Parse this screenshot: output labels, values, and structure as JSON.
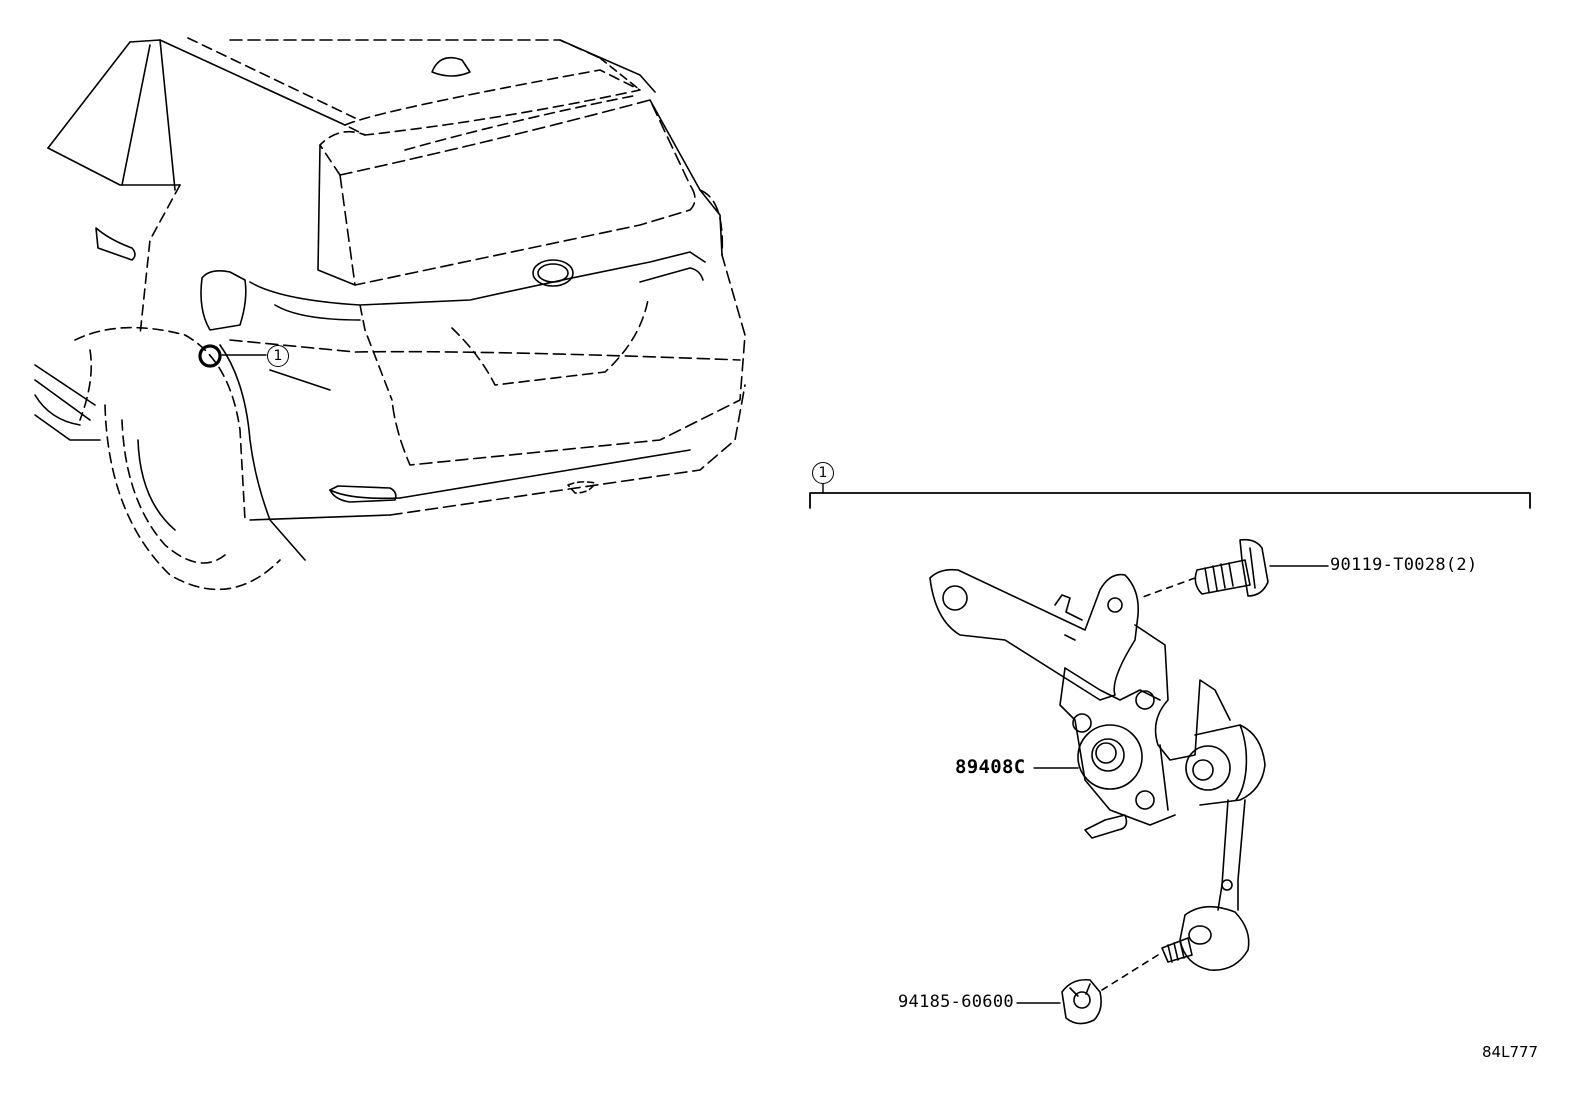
{
  "callouts": {
    "vehicle": "1",
    "assembly": "1"
  },
  "parts": {
    "bolt": "90119-T0028(2)",
    "sensor": "89408C",
    "nut": "94185-60600"
  },
  "diagram_code": "84L777"
}
